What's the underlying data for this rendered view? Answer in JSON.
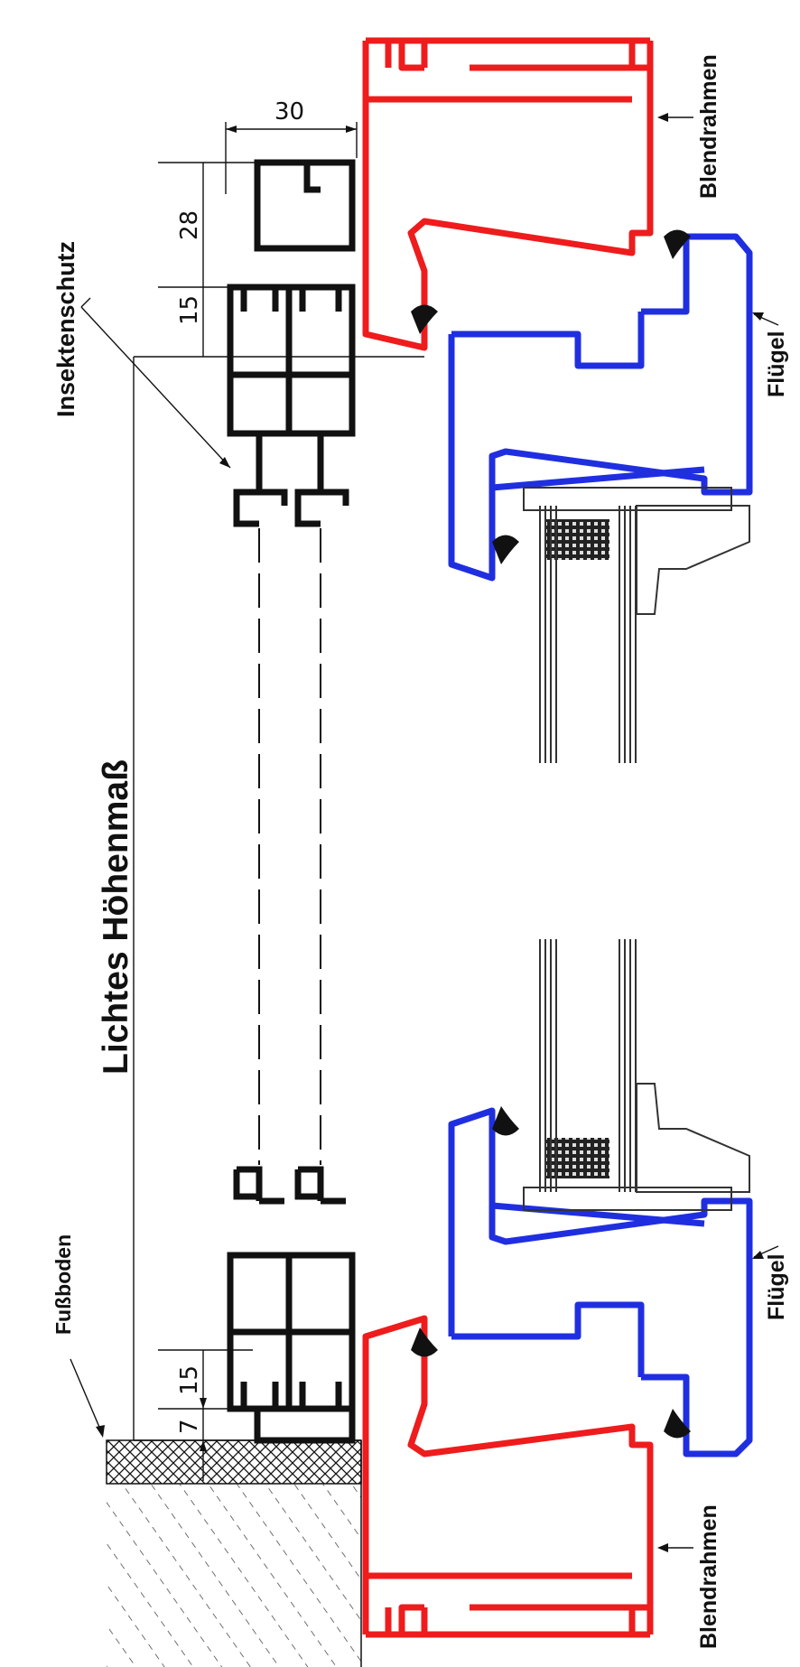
{
  "labels": {
    "blendrahmen_top": "Blendrahmen",
    "blendrahmen_bottom": "Blendrahmen",
    "fluegel_top": "Flügel",
    "fluegel_bottom": "Flügel",
    "insektenschutz": "Insektenschutz",
    "lichtes_hoehenmass": "Lichtes Höhenmaß",
    "fussboden": "Fußboden"
  },
  "dimensions": {
    "d30": "30",
    "d28": "28",
    "d15_top": "15",
    "d15_bottom": "15",
    "d7": "7"
  },
  "colors": {
    "frame": "#ee1c1c",
    "sash": "#1f2fe0",
    "screen": "#111111"
  }
}
